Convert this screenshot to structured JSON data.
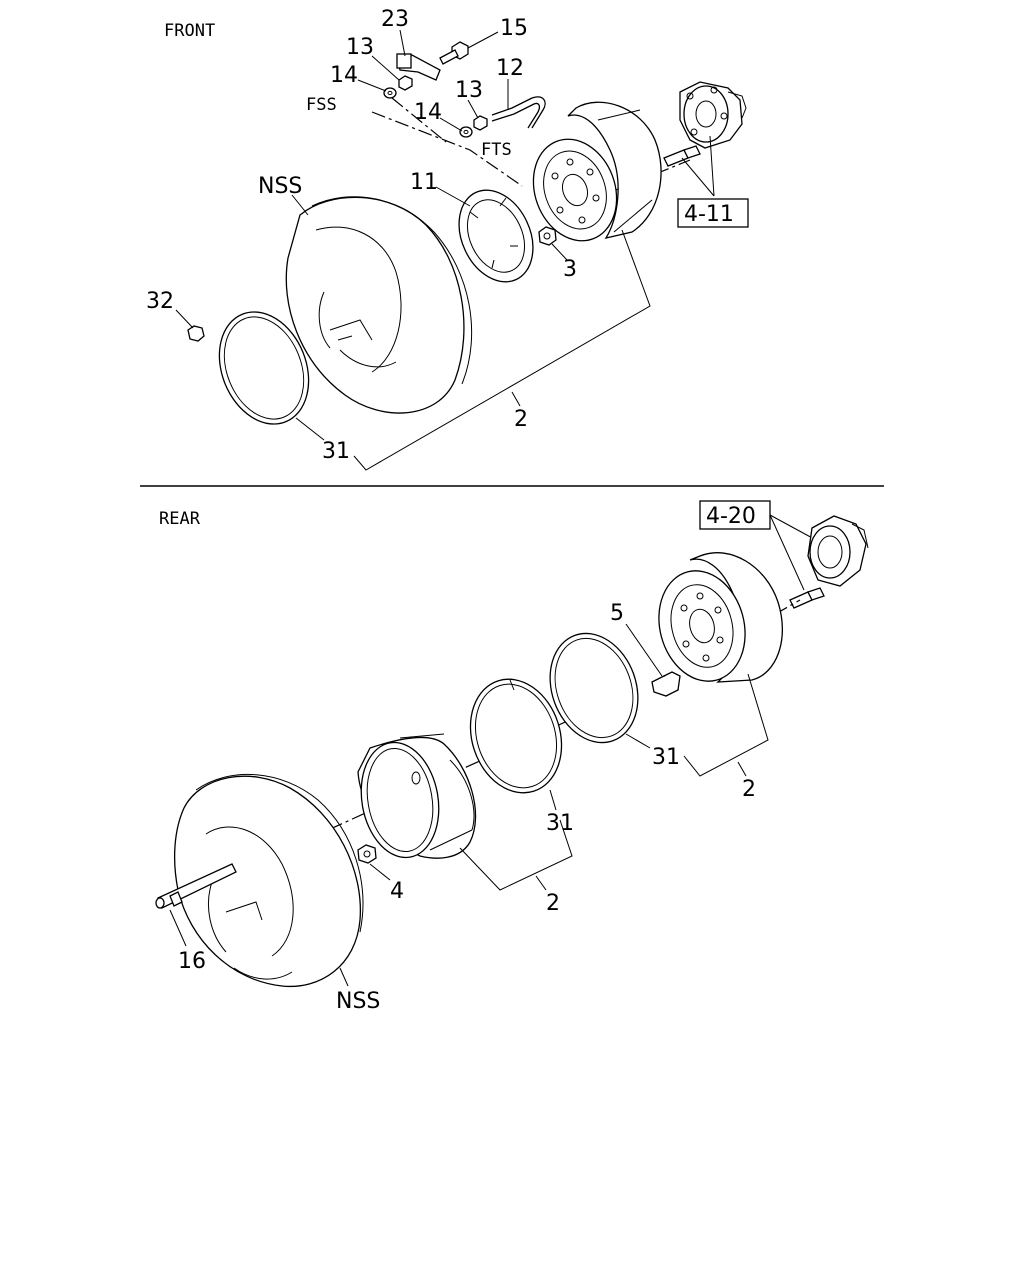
{
  "sections": {
    "front": "FRONT",
    "rear": "REAR"
  },
  "refs": {
    "front_hub": "4-11",
    "rear_hub": "4-20"
  },
  "front_labels": {
    "bracket": "23",
    "bolt": "15",
    "nut_fss": "13",
    "washer_fss": "14",
    "fss": "FSS",
    "hose": "12",
    "nut_fts": "13",
    "washer_fts": "14",
    "fts": "FTS",
    "tire": "NSS",
    "cover": "11",
    "hub_nut": "3",
    "cap": "32",
    "flap": "31",
    "wheel_assy": "2"
  },
  "rear_labels": {
    "inner_nut": "5",
    "flap_inner": "31",
    "wheel_inner": "2",
    "flap_outer": "31",
    "wheel_outer": "2",
    "hub_nut": "4",
    "valve": "16",
    "tire": "NSS"
  }
}
